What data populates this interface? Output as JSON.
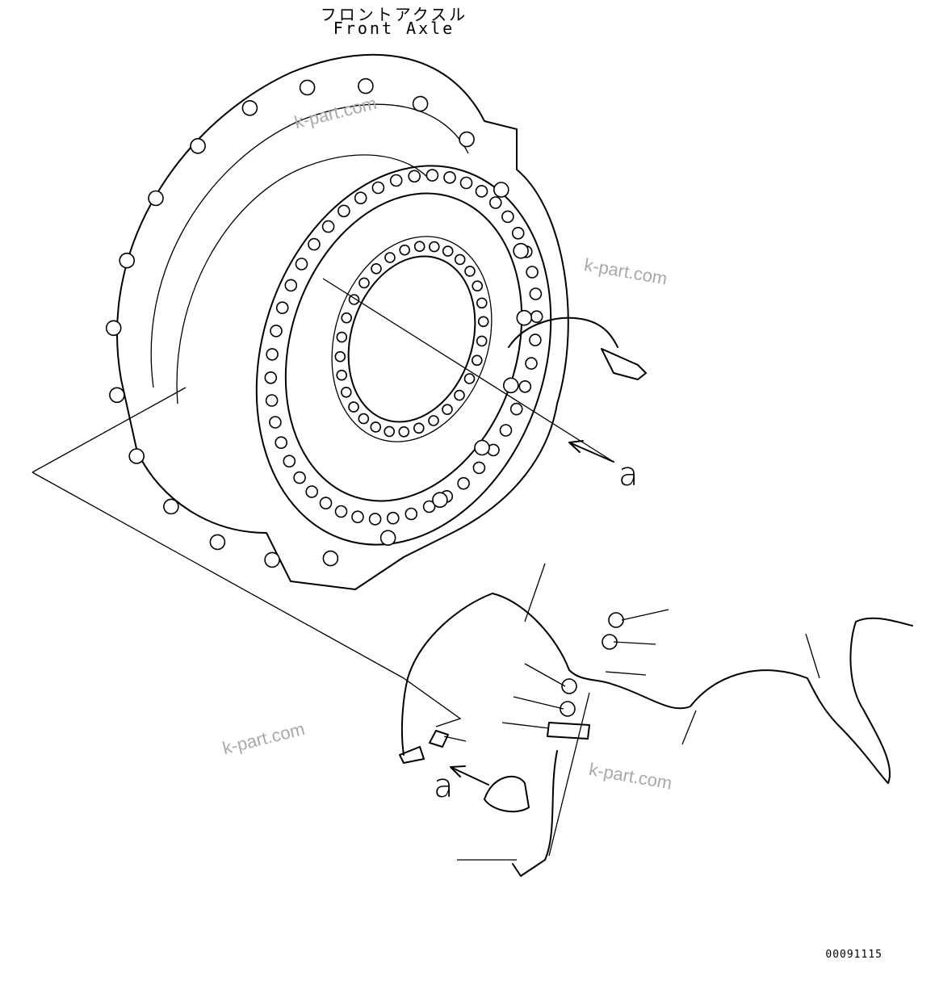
{
  "title": {
    "jp": "フロントアクスル",
    "en": "Front Axle"
  },
  "callouts": {
    "a_upper": "a",
    "a_lower": "a"
  },
  "watermarks": [
    "k-part.com",
    "k-part.com",
    "k-part.com",
    "k-part.com"
  ],
  "drawing_code": "00091115"
}
